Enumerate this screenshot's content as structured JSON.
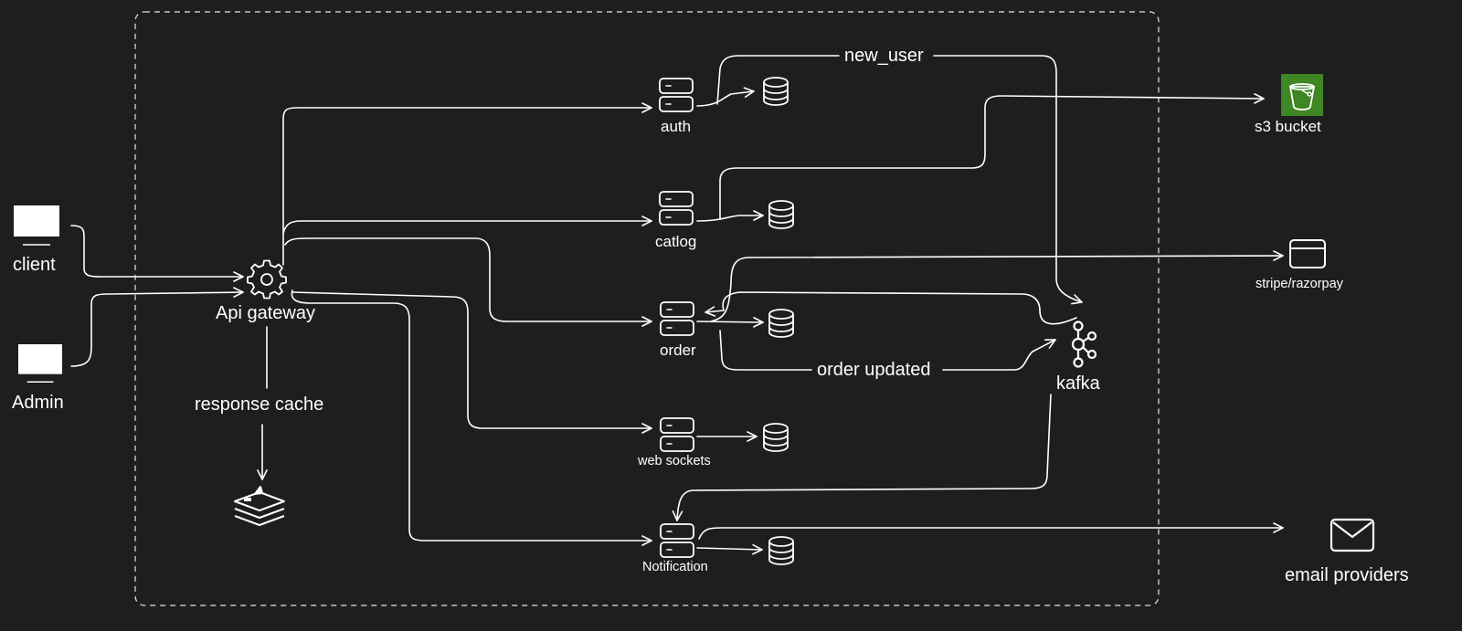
{
  "colors": {
    "background": "#1e1e1e",
    "stroke": "#ffffff",
    "s3_green": "#3f8624"
  },
  "nodes": {
    "client": {
      "label": "client",
      "icon": "monitor-icon"
    },
    "admin": {
      "label": "Admin",
      "icon": "monitor-icon"
    },
    "api_gateway": {
      "label": "Api gateway",
      "icon": "gear-icon"
    },
    "response_cache": {
      "label": "response cache",
      "icon": "redis-icon"
    },
    "auth": {
      "label": "auth",
      "icon": "server-icon"
    },
    "catlog": {
      "label": "catlog",
      "icon": "server-icon"
    },
    "order": {
      "label": "order",
      "icon": "server-icon"
    },
    "web_sockets": {
      "label": "web sockets",
      "icon": "server-icon"
    },
    "notification": {
      "label": "Notification",
      "icon": "server-icon"
    },
    "kafka": {
      "label": "kafka",
      "icon": "kafka-icon"
    },
    "s3_bucket": {
      "label": "s3 bucket",
      "icon": "s3-bucket-icon"
    },
    "stripe": {
      "label": "stripe/razorpay",
      "icon": "credit-card-icon"
    },
    "email": {
      "label": "email providers",
      "icon": "mail-icon"
    }
  },
  "edges": {
    "new_user": "new_user",
    "order_updated": "order updated"
  }
}
